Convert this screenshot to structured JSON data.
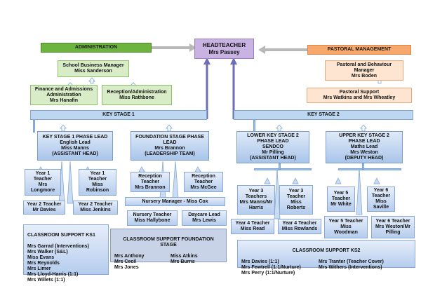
{
  "headteacher": "HEADTEACHER\nMrs Passey",
  "administration": "ADMINISTRATION",
  "pastoral_management": "PASTORAL MANAGEMENT",
  "business_manager": "School Business Manager\nMiss Sanderson",
  "finance_admissions": "Finance and Admissions\nAdministration\nMrs Hanafin",
  "reception_admin": "Reception/Administration\nMiss Rathbone",
  "pastoral_behaviour": "Pastoral and Behaviour\nManager\nMrs Boden",
  "pastoral_support": "Pastoral Support\nMrs Watkins and Mrs Wheatley",
  "key_stage_1": "KEY STAGE 1",
  "key_stage_2": "KEY STAGE 2",
  "ks1_lead": "KEY STAGE 1 PHASE LEAD\nEnglish Lead\nMiss Manns\n(ASSISTANT HEAD)",
  "foundation_lead": "FOUNDATION STAGE PHASE\nLEAD\nMrs Brannon\n(LEADERSHIP TEAM)",
  "lks2_lead": "LOWER KEY STAGE 2\nPHASE LEAD\nSENDCO\nMr Pilling\n(ASSISTANT HEAD)",
  "uks2_lead": "UPPER KEY STAGE 2\nPHASE LEAD\nMaths Lead\nMrs Weston\n(DEPUTY HEAD)",
  "year1_a": "Year 1\nTeacher\nMrs\nLongmore",
  "year1_b": "Year 1\nTeacher\nMiss\nRobinson",
  "year2_a": "Year 2 Teacher\nMr Davies",
  "year2_b": "Year 2 Teacher\nMiss Jenkins",
  "reception_a": "Reception\nTeacher\nMrs Brannon",
  "reception_b": "Reception\nTeacher\nMrs McGee",
  "nursery_manager": "Nursery Manager - Miss Cox",
  "nursery_teacher": "Nursery Teacher\nMiss Hallybone",
  "daycare_lead": "Daycare Lead\nMrs Lewis",
  "year3_a": "Year 3\nTeachers\nMrs Manns/Mr\nHarris",
  "year3_b": "Year 3\nTeacher\nMiss\nRoberts",
  "year4_a": "Year 4 Teacher\nMiss Read",
  "year4_b": "Year 4 Teacher\nMiss Rowlands",
  "year5_a": "Year 5\nTeacher\nMr White",
  "year5_b": "Year 5 Teacher\nMiss\nWoodman",
  "year6_a": "Year 6\nTeacher\nMiss\nSaville",
  "year6_b": "Year 6 Teacher\nMrs Weston/Mr\nPilling",
  "support_ks1_title": "CLASSROOM SUPPORT KS1",
  "support_ks1_list": "Mrs Garrad (Interventions)\nMrs Walker (S&L)\nMiss Evans\nMrs Reynolds\nMrs Limer\nMrs Lloyd-Harris (1:1)\nMrs Willets (1:1)",
  "support_fs_title": "CLASSROOM SUPPORT FOUNDATION\nSTAGE",
  "support_fs_col1": "Mrs Anthony\nMrs Cecil\nMrs Jones",
  "support_fs_col2": "Miss Atkins\nMrs Burns",
  "support_ks2_title": "CLASSROOM SUPPORT KS2",
  "support_ks2_col1": "Mrs Davies (1:1)\nMrs Fewtrell (1:1/Nurture)\nMrs Perry (1:1/Nurture)",
  "support_ks2_col2": "Mrs Tranter (Teacher Cover)\nMrs Withers (Interventions)"
}
